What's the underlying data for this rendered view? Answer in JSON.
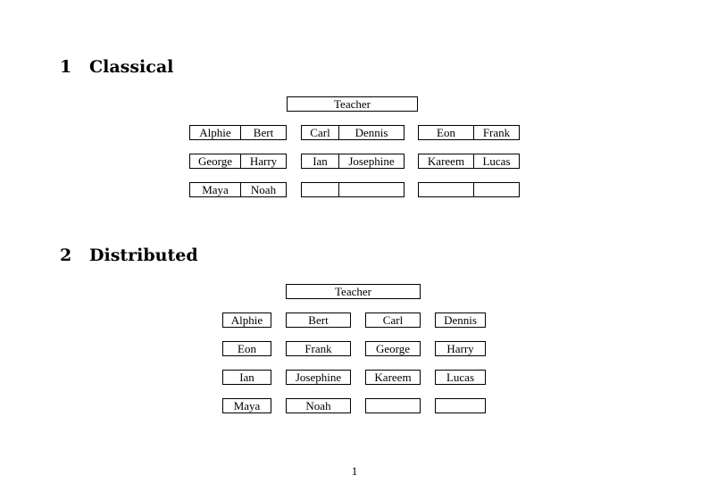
{
  "sections": [
    {
      "number": "1",
      "title": "Classical"
    },
    {
      "number": "2",
      "title": "Distributed"
    }
  ],
  "classical": {
    "teacher": "Teacher",
    "rows": [
      [
        "Alphie",
        "Bert",
        "Carl",
        "Dennis",
        "Eon",
        "Frank"
      ],
      [
        "George",
        "Harry",
        "Ian",
        "Josephine",
        "Kareem",
        "Lucas"
      ],
      [
        "Maya",
        "Noah",
        "",
        "",
        "",
        ""
      ]
    ]
  },
  "distributed": {
    "teacher": "Teacher",
    "rows": [
      [
        "Alphie",
        "Bert",
        "Carl",
        "Dennis"
      ],
      [
        "Eon",
        "Frank",
        "George",
        "Harry"
      ],
      [
        "Ian",
        "Josephine",
        "Kareem",
        "Lucas"
      ],
      [
        "Maya",
        "Noah",
        "",
        ""
      ]
    ]
  },
  "page_number": "1"
}
